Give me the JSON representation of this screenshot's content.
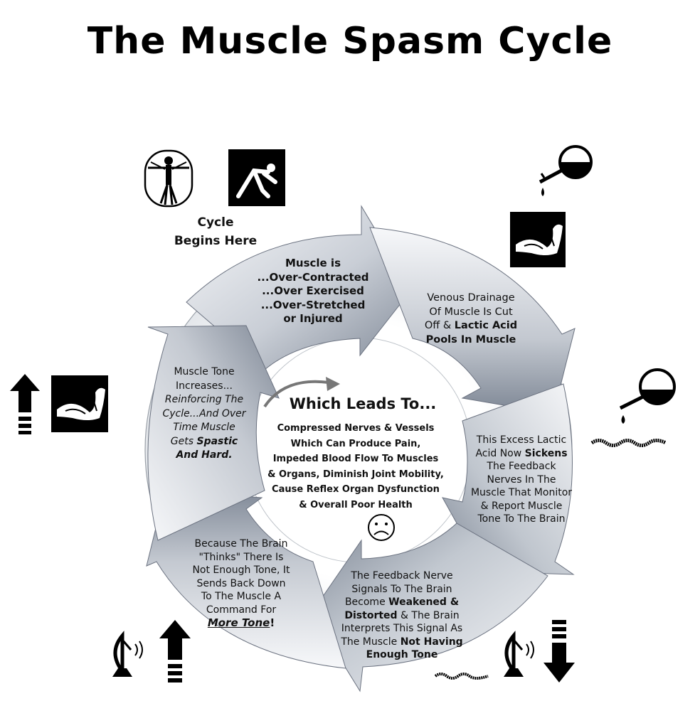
{
  "title": "The Muscle Spasm Cycle",
  "cycle_start_label": [
    "Cycle",
    "Begins Here"
  ],
  "segments": {
    "top": [
      "Muscle is",
      "...Over-Contracted",
      "...Over Exercised",
      "...Over-Stretched",
      "or Injured"
    ],
    "right_upper": {
      "line1": "Venous Drainage",
      "line2": "Of Muscle Is Cut",
      "line3_plain": "Off & ",
      "line3_bold": "Lactic Acid",
      "line4_bold": "Pools In Muscle"
    },
    "right_lower": {
      "line1": "This Excess Lactic",
      "line2_plain": "Acid Now ",
      "line2_bold": "Sickens",
      "line3": "The Feedback",
      "line4": "Nerves In The",
      "line5": "Muscle That Monitor",
      "line6": "& Report Muscle",
      "line7": "Tone To The Brain"
    },
    "bottom": {
      "line1": "The Feedback Nerve",
      "line2": "Signals To The Brain",
      "line3_plain": "Become ",
      "line3_bold": "Weakened &",
      "line4_bold": "Distorted",
      "line4_plain": " & The  Brain",
      "line5": "Interprets This Signal As",
      "line6_plain": "The Muscle  ",
      "line6_bold": "Not Having",
      "line7_bold": "Enough Tone"
    },
    "left_lower": {
      "line1": "Because The Brain",
      "line2": "\"Thinks\" There Is",
      "line3": "Not Enough Tone, It",
      "line4": "Sends Back Down",
      "line5": "To The Muscle A",
      "line6": "Command For",
      "line7_emph": "More Tone",
      "line7_tail": "!"
    },
    "left_upper": {
      "line1": "Muscle Tone",
      "line2": "Increases...",
      "line3_italic": "Reinforcing The",
      "line4_italic": "Cycle...And Over",
      "line5_italic": "Time Muscle",
      "line6_italic": "Gets ",
      "line6_bold_italic": "Spastic",
      "line7_bold_italic": "And Hard."
    }
  },
  "center": {
    "heading": "Which Leads To...",
    "body": [
      "Compressed Nerves & Vessels",
      "Which Can Produce Pain,",
      "Impeded Blood Flow To Muscles",
      "& Organs, Diminish Joint Mobility,",
      "Cause Reflex Organ Dysfunction",
      "& Overall Poor Health"
    ],
    "face_icon": "sad-face-icon"
  },
  "icons": [
    "vitruvian-man-icon",
    "stretching-figure-icon",
    "dropper-icon",
    "flexed-arm-icon",
    "nerve-fiber-icon",
    "satellite-dish-icon",
    "up-arrow-icon",
    "down-arrow-icon"
  ],
  "colors": {
    "arrow_fill_light": "#f2f4f7",
    "arrow_fill_dark": "#8f98a6",
    "ring": "#dfe3e8",
    "outline": "#555555"
  }
}
